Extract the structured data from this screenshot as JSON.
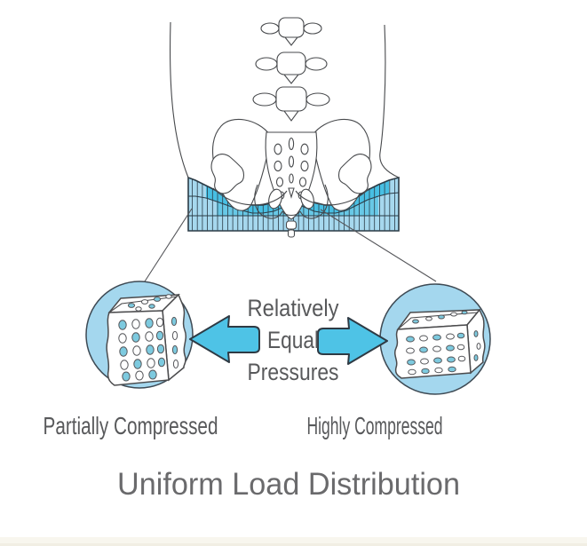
{
  "diagram": {
    "pressure_note": {
      "line1": "Relatively",
      "line2": "Equal",
      "line3": "Pressures"
    },
    "samples": {
      "left_caption": "Partially Compressed",
      "right_caption": "Highly Compressed"
    },
    "title": "Uniform Load Distribution"
  },
  "colors": {
    "cushion_light": "#a6d8ee",
    "cushion_dark": "#48bfe3",
    "cushion_mid": "#68c8e6",
    "circle_fill": "#a4d7ee",
    "arrow_fill": "#4ec3e6",
    "hole_teal": "#7dcadf",
    "outline": "#2e3b46",
    "caption_text": "#58595b",
    "title_text": "#6a6a6c",
    "footer_strip": "#f8f6ee"
  }
}
